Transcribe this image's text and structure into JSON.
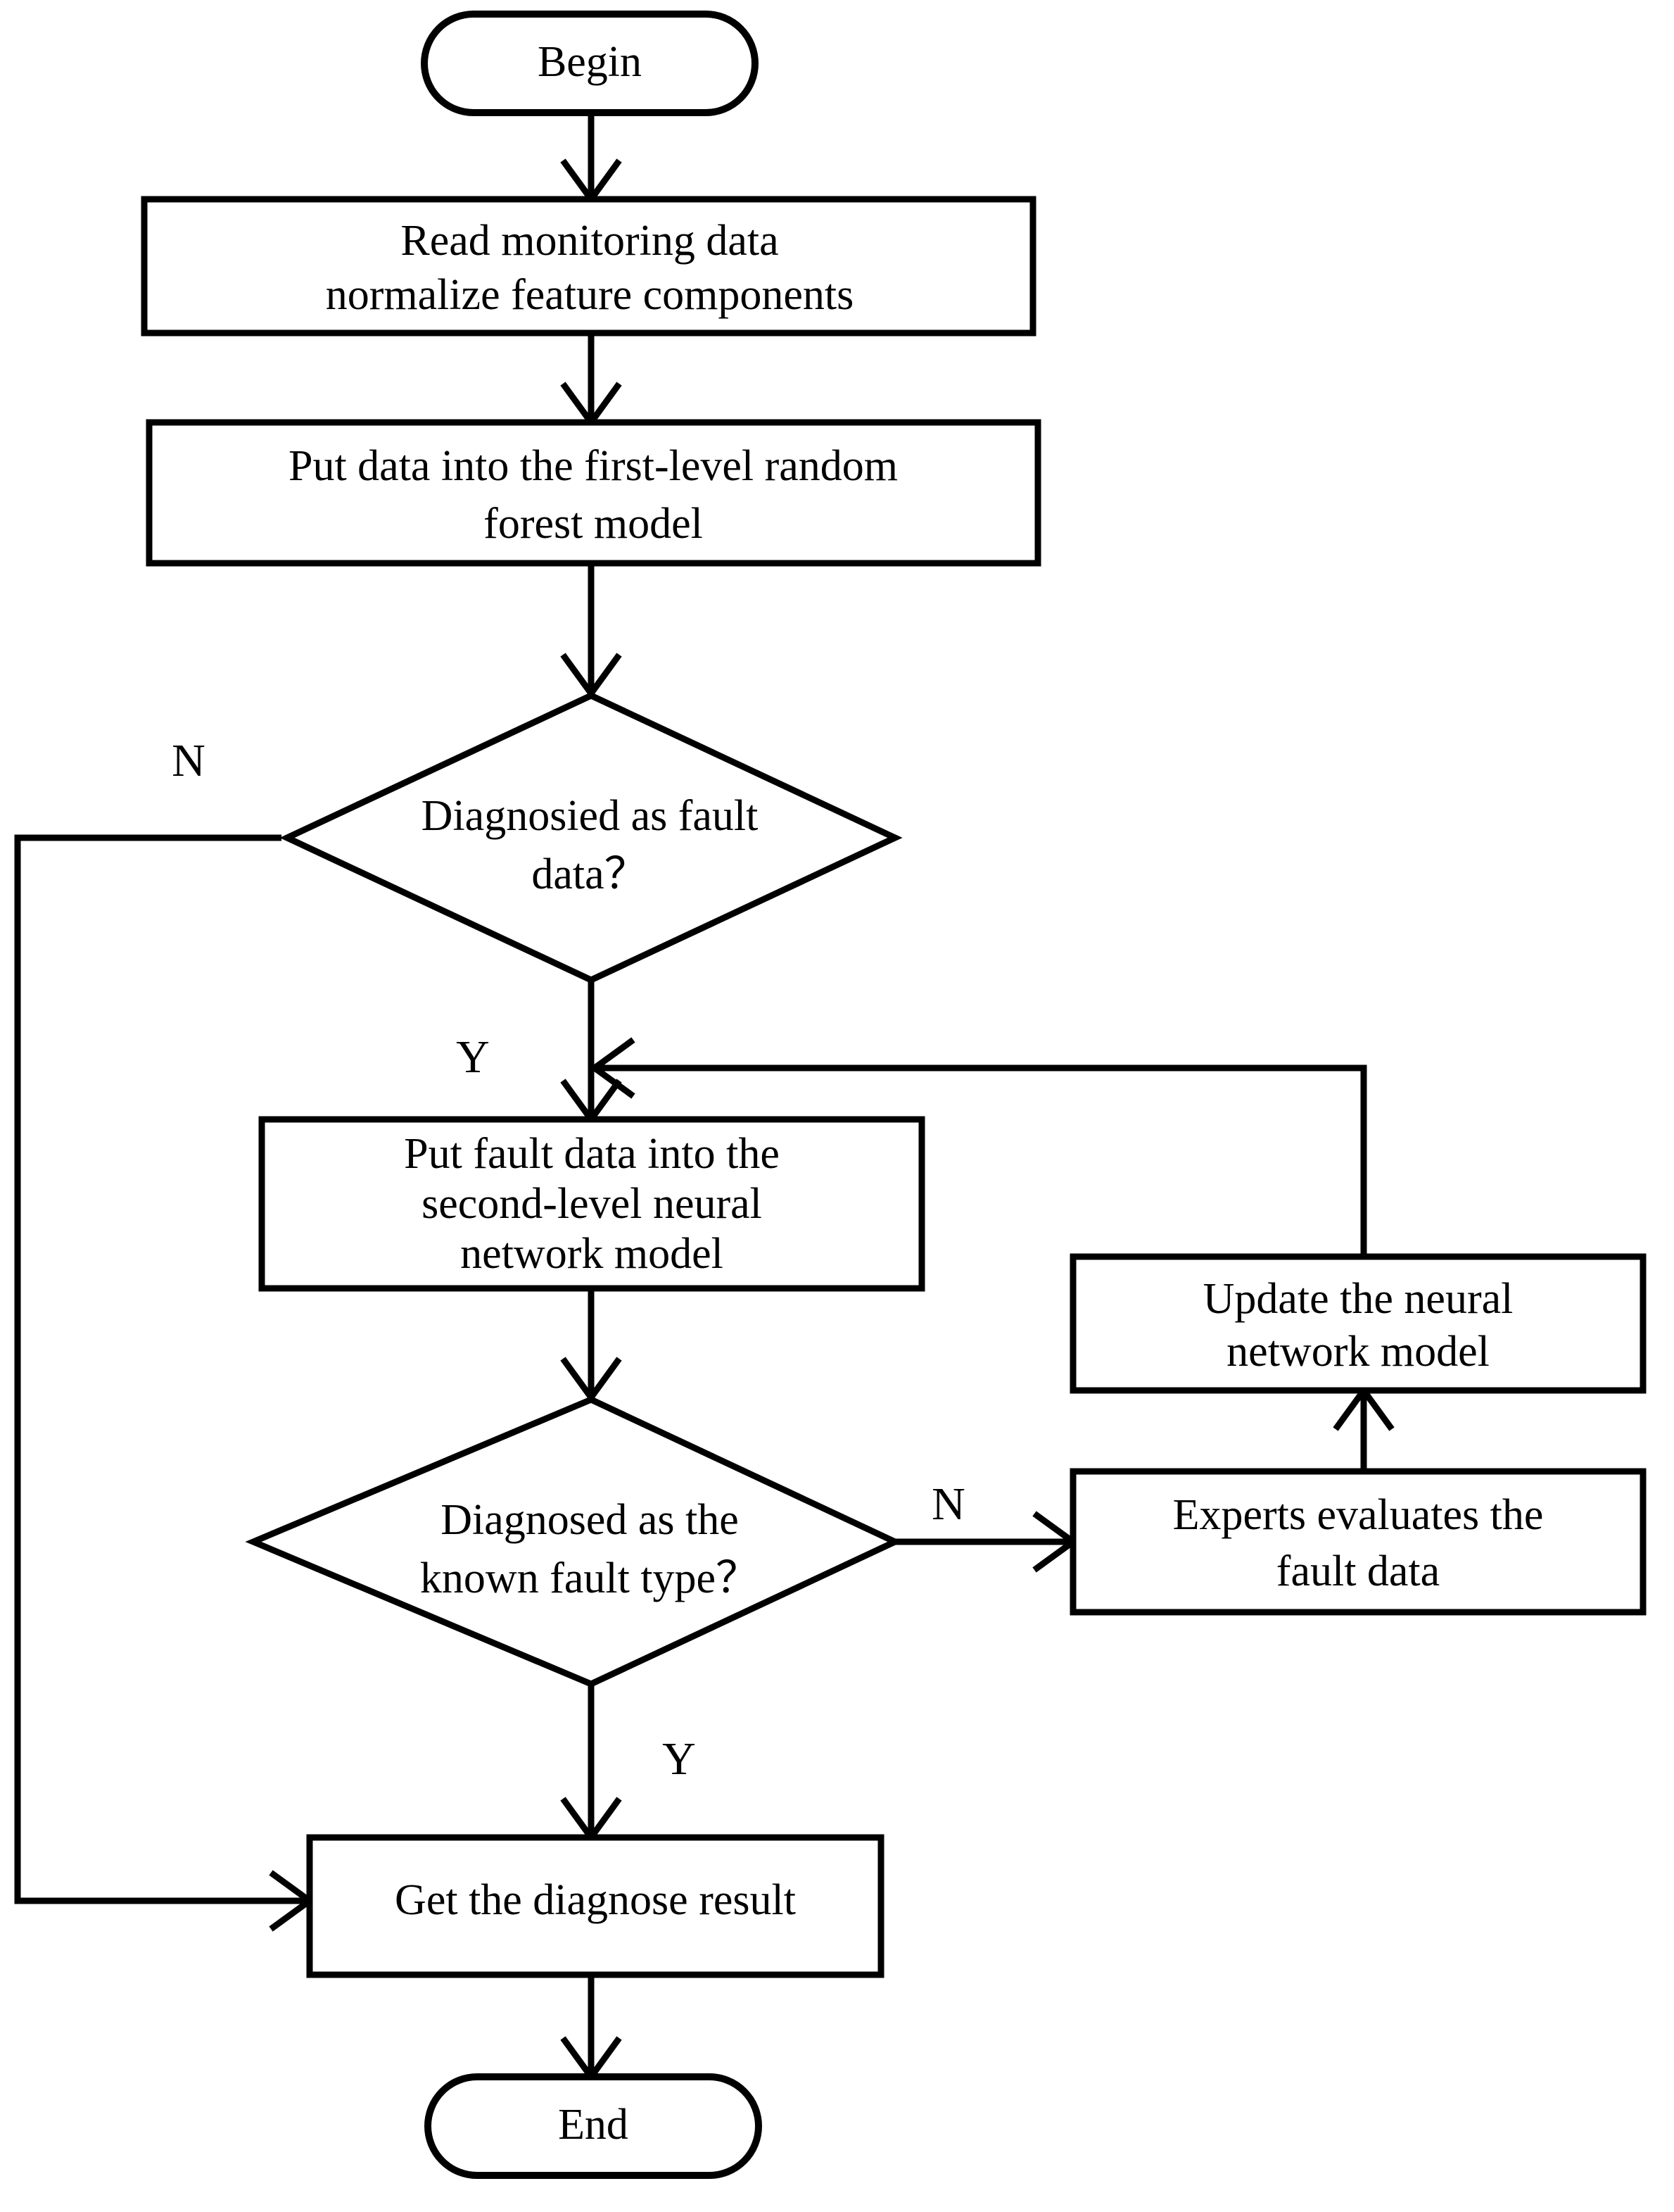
{
  "diagram": {
    "title": "Two-level fault diagnosis flowchart",
    "type": "flowchart",
    "background_color": "#ffffff",
    "line_color": "#000000",
    "nodes": {
      "begin": {
        "shape": "terminator",
        "label": "Begin"
      },
      "read_data": {
        "shape": "process",
        "line1": "Read monitoring data",
        "line2": "normalize feature components"
      },
      "first_level": {
        "shape": "process",
        "line1": "Put data into the first-level random",
        "line2": "forest model"
      },
      "decision_fault": {
        "shape": "decision",
        "line1": "Diagnosied as fault",
        "line2": "data？"
      },
      "second_level": {
        "shape": "process",
        "line1": "Put fault data into the",
        "line2": "second-level neural",
        "line3": "network model"
      },
      "decision_known": {
        "shape": "decision",
        "line1": "Diagnosed as the",
        "line2": "known fault type？"
      },
      "experts": {
        "shape": "process",
        "line1": "Experts evaluates the",
        "line2": "fault data"
      },
      "update_model": {
        "shape": "process",
        "line1": "Update the neural",
        "line2": "network model"
      },
      "get_result": {
        "shape": "process",
        "line1": "Get the diagnose result"
      },
      "end": {
        "shape": "terminator",
        "label": "End"
      }
    },
    "branch_labels": {
      "fault_no": "N",
      "fault_yes": "Y",
      "known_no": "N",
      "known_yes": "Y"
    },
    "edges": [
      {
        "from": "begin",
        "to": "read_data",
        "label": ""
      },
      {
        "from": "read_data",
        "to": "first_level",
        "label": ""
      },
      {
        "from": "first_level",
        "to": "decision_fault",
        "label": ""
      },
      {
        "from": "decision_fault",
        "to": "get_result",
        "label": "N"
      },
      {
        "from": "decision_fault",
        "to": "second_level",
        "label": "Y"
      },
      {
        "from": "second_level",
        "to": "decision_known",
        "label": ""
      },
      {
        "from": "decision_known",
        "to": "experts",
        "label": "N"
      },
      {
        "from": "decision_known",
        "to": "get_result",
        "label": "Y"
      },
      {
        "from": "experts",
        "to": "update_model",
        "label": ""
      },
      {
        "from": "update_model",
        "to": "second_level",
        "label": ""
      },
      {
        "from": "get_result",
        "to": "end",
        "label": ""
      }
    ]
  }
}
